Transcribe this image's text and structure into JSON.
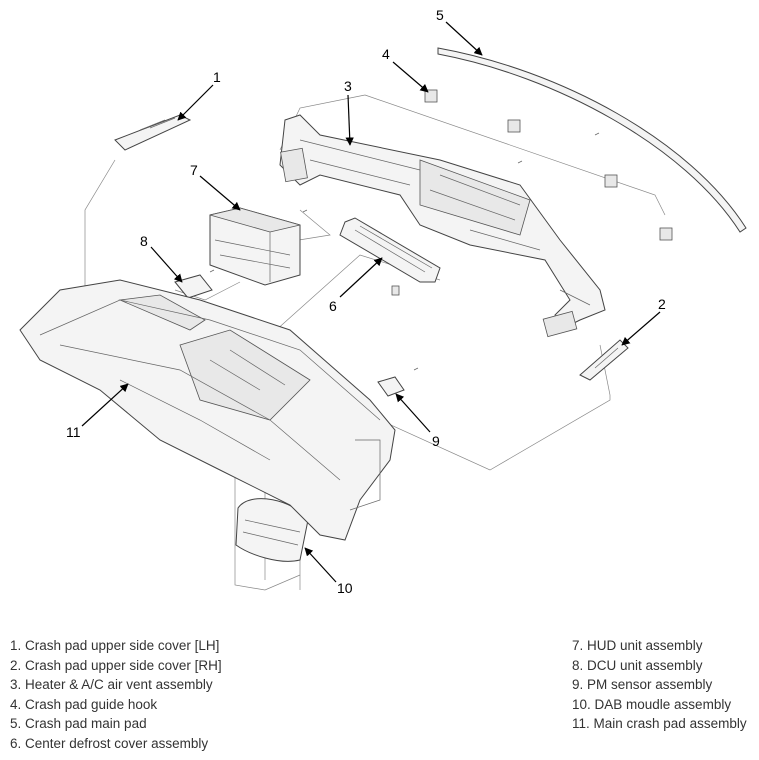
{
  "diagram": {
    "callouts": [
      "1",
      "2",
      "3",
      "4",
      "5",
      "6",
      "7",
      "8",
      "9",
      "10",
      "11"
    ]
  },
  "legend": {
    "left": [
      "1. Crash pad upper side cover [LH]",
      "2. Crash pad upper side cover [RH]",
      "3. Heater & A/C air vent assembly",
      "4. Crash pad guide hook",
      "5. Crash pad main pad",
      "6. Center defrost cover assembly"
    ],
    "right": [
      "7. HUD unit assembly",
      "8. DCU unit assembly",
      "9. PM sensor assembly",
      "10. DAB moudle assembly",
      "11. Main crash pad assembly"
    ]
  }
}
